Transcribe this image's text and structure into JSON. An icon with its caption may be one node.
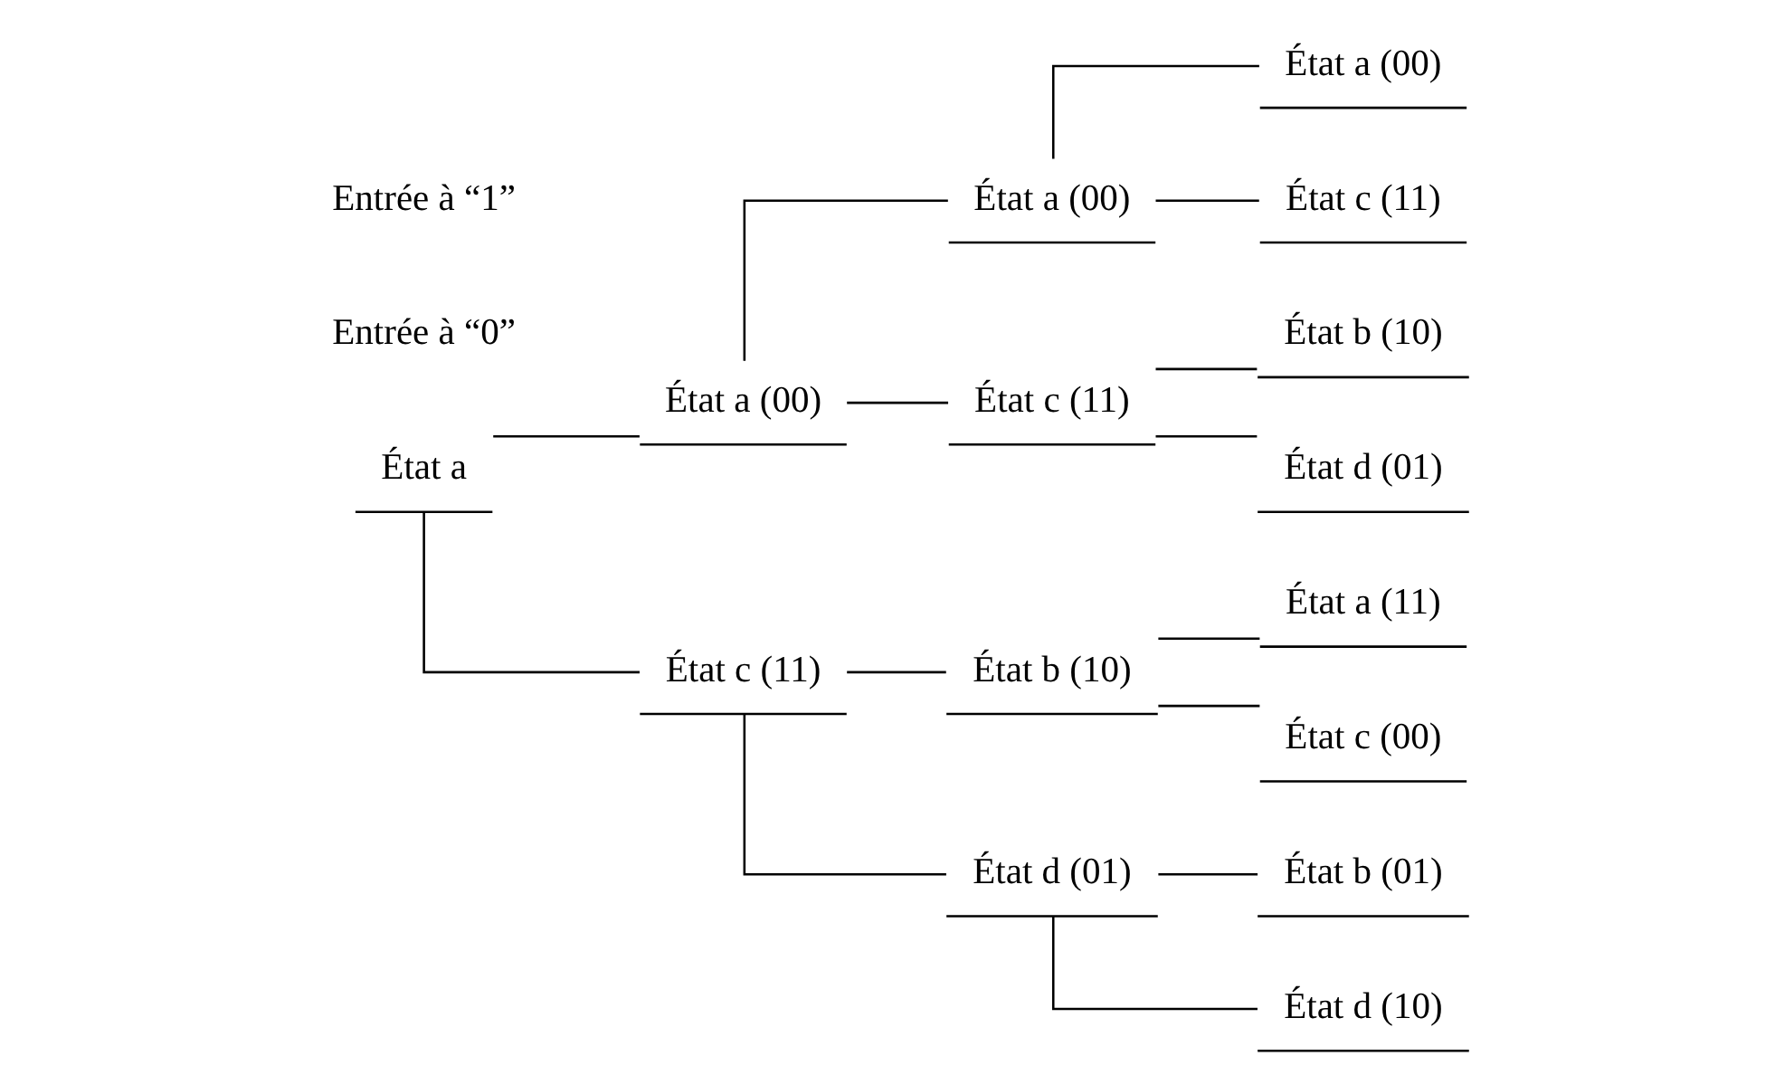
{
  "diagram": {
    "nodes": [
      {
        "text": [
          "État a"
        ]
      },
      {
        "text": [
          "État a (00)"
        ]
      },
      {
        "text": [
          "État c (11)"
        ]
      },
      {
        "text": [
          "État a (00)"
        ]
      },
      {
        "text": [
          "État c (11)"
        ]
      },
      {
        "text": [
          "État b (10)"
        ]
      },
      {
        "text": [
          "État d (01)"
        ]
      },
      {
        "text": [
          "État a (00)"
        ]
      },
      {
        "text": [
          "État c (11)"
        ]
      },
      {
        "text": [
          "État b (10)"
        ]
      },
      {
        "text": [
          "État d (01)"
        ]
      },
      {
        "text": [
          "État a (11)"
        ]
      },
      {
        "text": [
          "État c (00)"
        ]
      },
      {
        "text": [
          "État b (01)"
        ]
      },
      {
        "text": [
          "État d (10)"
        ]
      }
    ],
    "edges": [
      {
        "from": 0,
        "to": 1,
        "arrow": "none"
      },
      {
        "from": 0,
        "to": 2,
        "arrow": "none"
      },
      {
        "from": 1,
        "to": 3,
        "arrow": "none"
      },
      {
        "from": 1,
        "to": 4,
        "arrow": "none"
      },
      {
        "from": 2,
        "to": 5,
        "arrow": "none"
      },
      {
        "from": 2,
        "to": 6,
        "arrow": "none"
      },
      {
        "from": 3,
        "to": 7,
        "arrow": "none"
      },
      {
        "from": 3,
        "to": 8,
        "arrow": "none"
      },
      {
        "from": 4,
        "to": 9,
        "arrow": "none"
      },
      {
        "from": 4,
        "to": 10,
        "arrow": "none"
      },
      {
        "from": 5,
        "to": 11,
        "arrow": "none"
      },
      {
        "from": 5,
        "to": 12,
        "arrow": "none"
      },
      {
        "from": 6,
        "to": 13,
        "arrow": "none"
      },
      {
        "from": 6,
        "to": 14,
        "arrow": "none"
      }
    ],
    "labels": [
      "Entrée à “0”",
      "Entrée à “1”"
    ]
  }
}
